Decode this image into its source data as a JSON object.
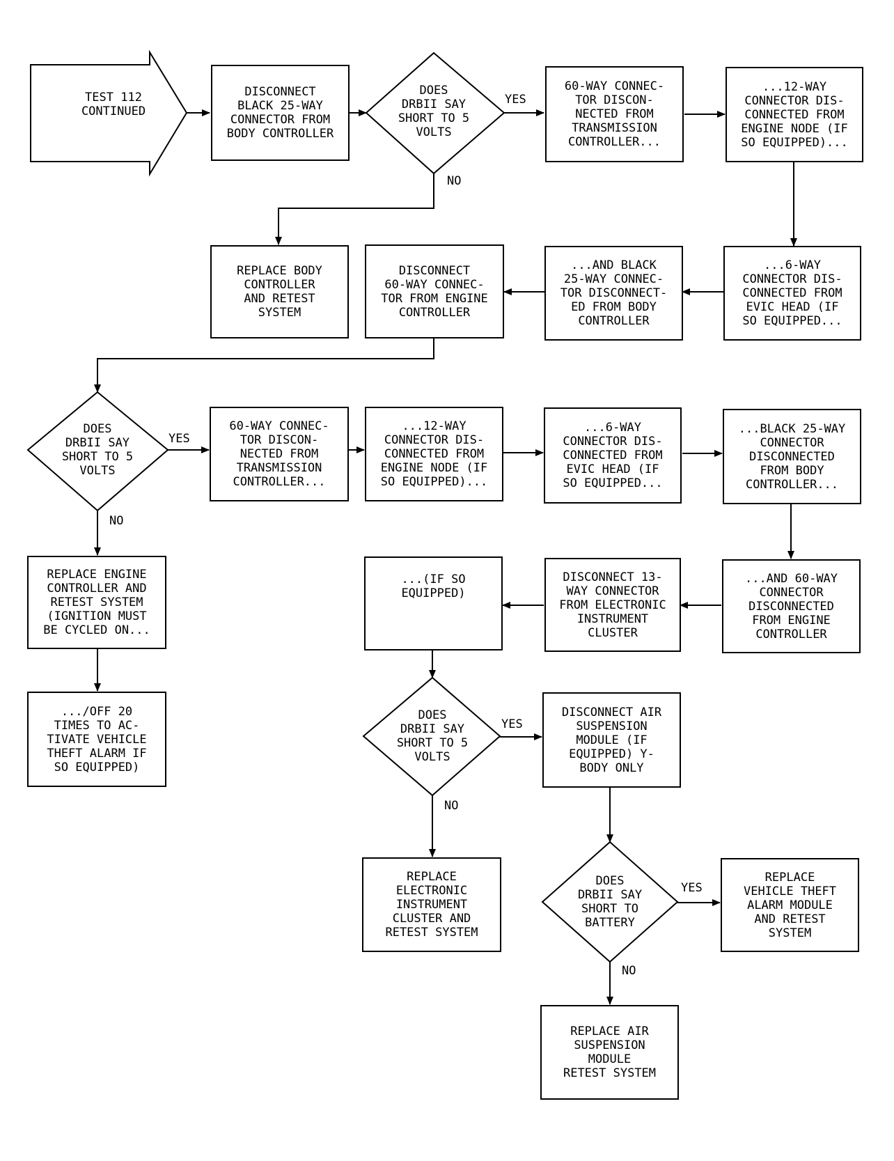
{
  "start": {
    "text": "TEST 112\nCONTINUED"
  },
  "boxes": {
    "b_disconnect_black25": "DISCONNECT\nBLACK 25-WAY\nCONNECTOR FROM\nBODY CONTROLLER",
    "b_60way_trans_1": "60-WAY CONNEC-\nTOR DISCON-\nNECTED FROM\nTRANSMISSION\nCONTROLLER...",
    "b_12way_engine_node_1": "...12-WAY\nCONNECTOR DIS-\nCONNECTED FROM\nENGINE NODE (IF\nSO EQUIPPED)...",
    "b_replace_body": "REPLACE BODY\nCONTROLLER\nAND RETEST\nSYSTEM",
    "b_disconnect_60way_engine": "DISCONNECT\n60-WAY CONNEC-\nTOR FROM ENGINE\nCONTROLLER",
    "b_and_black25": "...AND BLACK\n25-WAY CONNEC-\nTOR DISCONNECT-\nED FROM BODY\nCONTROLLER",
    "b_6way_evic_1": "...6-WAY\nCONNECTOR DIS-\nCONNECTED FROM\nEVIC HEAD (IF\nSO EQUIPPED...",
    "b_60way_trans_2": "60-WAY CONNEC-\nTOR DISCON-\nNECTED FROM\nTRANSMISSION\nCONTROLLER...",
    "b_12way_engine_node_2": "...12-WAY\nCONNECTOR DIS-\nCONNECTED FROM\nENGINE NODE (IF\nSO EQUIPPED)...",
    "b_6way_evic_2": "...6-WAY\nCONNECTOR DIS-\nCONNECTED FROM\nEVIC HEAD (IF\nSO EQUIPPED...",
    "b_black25_body": "...BLACK 25-WAY\nCONNECTOR\nDISCONNECTED\nFROM BODY\nCONTROLLER...",
    "b_replace_engine": "REPLACE ENGINE\nCONTROLLER AND\nRETEST SYSTEM\n(IGNITION MUST\nBE CYCLED ON...",
    "b_if_so_equipped": "...(IF SO\nEQUIPPED)",
    "b_disconnect_13way": "DISCONNECT 13-\nWAY CONNECTOR\nFROM ELECTRONIC\nINSTRUMENT\nCLUSTER",
    "b_and_60way_engine": "...AND 60-WAY\nCONNECTOR\nDISCONNECTED\nFROM ENGINE\nCONTROLLER",
    "b_off_20_times": ".../OFF 20\nTIMES TO AC-\nTIVATE VEHICLE\nTHEFT ALARM IF\nSO EQUIPPED)",
    "b_disconnect_air": "DISCONNECT AIR\nSUSPENSION\nMODULE (IF\nEQUIPPED) Y-\nBODY ONLY",
    "b_replace_cluster": "REPLACE\nELECTRONIC\nINSTRUMENT\nCLUSTER AND\nRETEST SYSTEM",
    "b_replace_theft": "REPLACE\nVEHICLE THEFT\nALARM MODULE\nAND RETEST\nSYSTEM",
    "b_replace_air": "REPLACE AIR\nSUSPENSION\nMODULE\nRETEST SYSTEM"
  },
  "diamonds": {
    "d1": "DOES\nDRBII SAY\nSHORT TO 5\nVOLTS",
    "d2": "DOES\nDRBII SAY\nSHORT TO 5\nVOLTS",
    "d3": "DOES\nDRBII SAY\nSHORT TO 5\nVOLTS",
    "d4": "DOES\nDRBII SAY\nSHORT TO\nBATTERY"
  },
  "labels": {
    "yes": "YES",
    "no": "NO"
  }
}
